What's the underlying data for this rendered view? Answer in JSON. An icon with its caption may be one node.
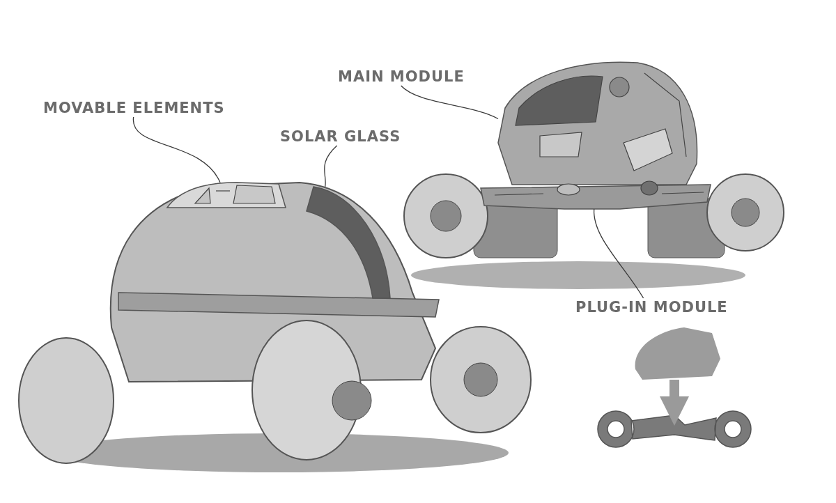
{
  "diagram": {
    "nodes": [
      {
        "text": [
          "MOVABLE ELEMENTS"
        ]
      },
      {
        "text": [
          "SOLAR GLASS"
        ]
      },
      {
        "text": [
          "MAIN MODULE"
        ]
      },
      {
        "text": [
          "PLUG-IN MODULE"
        ]
      },
      {
        "text": [],
        "shape": "picture"
      },
      {
        "text": [],
        "shape": "picture"
      },
      {
        "text": [],
        "shape": "picture"
      },
      {
        "text": [],
        "shape": "picture"
      },
      {
        "text": [],
        "shape": "cloud"
      },
      {
        "text": [],
        "shape": "picture"
      }
    ],
    "edges": [
      {
        "from": 0,
        "to": 4,
        "arrow": "none"
      },
      {
        "from": 1,
        "to": 5,
        "arrow": "none"
      },
      {
        "from": 2,
        "to": 6,
        "arrow": "none"
      },
      {
        "from": 3,
        "to": 7,
        "arrow": "none"
      },
      {
        "from": 8,
        "to": 9,
        "arrow": "to",
        "style": "thick",
        "color": "#9a9a9a"
      }
    ]
  }
}
